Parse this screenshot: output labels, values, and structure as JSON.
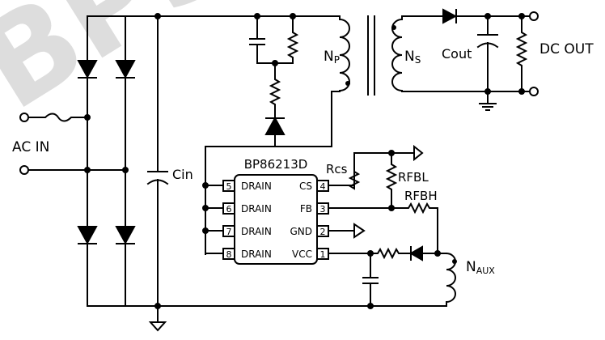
{
  "labels": {
    "ac_in": "AC IN",
    "cin": "Cin",
    "cout": "Cout",
    "dc_out": "DC OUT",
    "np_main": "N",
    "np_sub": "P",
    "ns_main": "N",
    "ns_sub": "S",
    "naux_main": "N",
    "naux_sub": "AUX",
    "rcs": "Rcs",
    "rfbl": "RFBL",
    "rfbh": "RFBH",
    "watermark": "BPS"
  },
  "ic": {
    "name": "BP86213D",
    "pins": [
      {
        "number": "5",
        "name": "DRAIN"
      },
      {
        "number": "6",
        "name": "DRAIN"
      },
      {
        "number": "7",
        "name": "DRAIN"
      },
      {
        "number": "8",
        "name": "DRAIN"
      },
      {
        "number": "4",
        "name": "CS"
      },
      {
        "number": "3",
        "name": "FB"
      },
      {
        "number": "2",
        "name": "GND"
      },
      {
        "number": "1",
        "name": "VCC"
      }
    ]
  }
}
